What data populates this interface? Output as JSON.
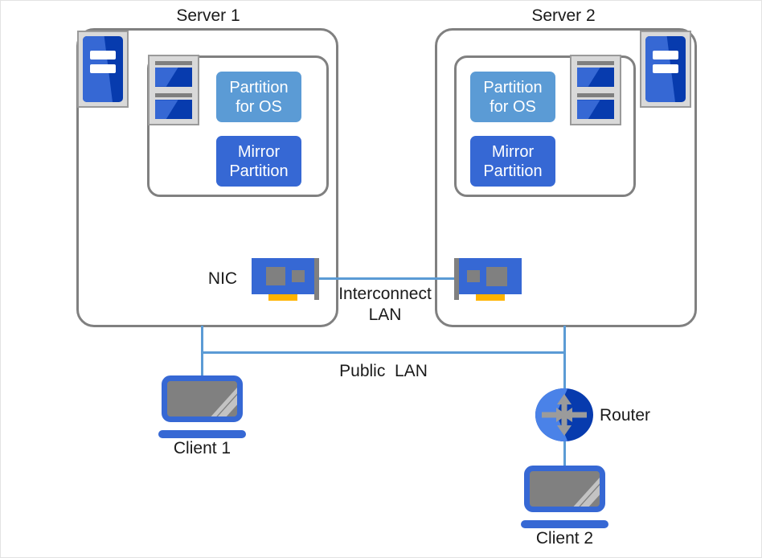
{
  "diagram": {
    "title_server1": "Server 1",
    "title_server2": "Server 2",
    "servers": [
      {
        "name": "Server 1",
        "partition_os": "Partition\nfor OS",
        "partition_mirror": "Mirror\nPartition"
      },
      {
        "name": "Server 2",
        "partition_os": "Partition\nfor OS",
        "partition_mirror": "Mirror\nPartition"
      }
    ],
    "labels": {
      "nic": "NIC",
      "interconnect_lan": "Interconnect\nLAN",
      "public_lan": "Public  LAN",
      "router": "Router",
      "client1": "Client 1",
      "client2": "Client 2"
    },
    "icons": {
      "server": "server-icon",
      "disk": "disk-array-icon",
      "nic": "network-interface-card-icon",
      "laptop": "laptop-icon",
      "router": "router-icon"
    },
    "colors": {
      "partition_os": "#5b9bd5",
      "partition_mirror": "#3668d4",
      "link": "#5b9bd5",
      "container_border": "#808080",
      "icon_tray": "#d9d9d9",
      "router_dark": "#073bae",
      "router_light": "#4a82e8",
      "nic_tab": "#ffb400",
      "screen": "#808080",
      "text": "#1a1a1a"
    }
  }
}
